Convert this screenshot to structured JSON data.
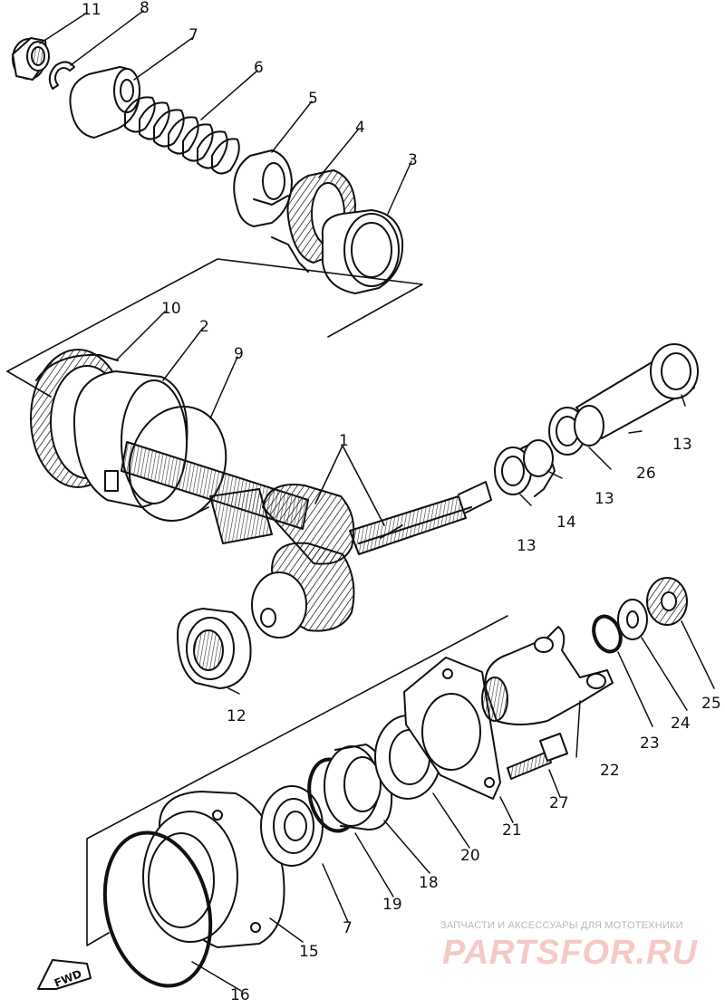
{
  "diagram": {
    "part_numbers": {
      "p1": "1",
      "p2": "2",
      "p3": "3",
      "p4": "4",
      "p5": "5",
      "p6": "6",
      "p7a": "7",
      "p7b": "7",
      "p8": "8",
      "p9": "9",
      "p10": "10",
      "p11": "11",
      "p12": "12",
      "p13a": "13",
      "p13b": "13",
      "p13c": "13",
      "p14": "14",
      "p15": "15",
      "p16": "16",
      "p18": "18",
      "p19": "19",
      "p20": "20",
      "p21": "21",
      "p22": "22",
      "p23": "23",
      "p24": "24",
      "p25": "25",
      "p26": "26",
      "p27": "27"
    },
    "direction_arrow": "FWD"
  },
  "watermark": {
    "caption": "ЗАПЧАСТИ И АКСЕССУАРЫ ДЛЯ МОТОТЕХНИКИ",
    "brand": "PARTSFOR.RU"
  }
}
